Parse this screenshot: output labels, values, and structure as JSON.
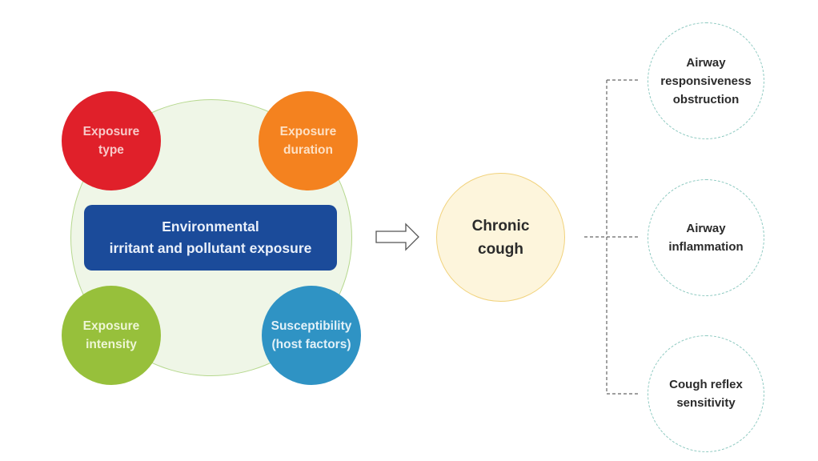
{
  "diagram": {
    "exposure_factors": [
      {
        "label_line1": "Exposure",
        "label_line2": "type",
        "color": "#e0202a"
      },
      {
        "label_line1": "Exposure",
        "label_line2": "duration",
        "color": "#f4821f"
      },
      {
        "label_line1": "Exposure",
        "label_line2": "intensity",
        "color": "#97c03b"
      },
      {
        "label_line1": "Susceptibility",
        "label_line2": "(host factors)",
        "color": "#2f93c4"
      }
    ],
    "central_box": {
      "line1": "Environmental",
      "line2": "irritant and pollutant exposure",
      "color": "#1b4b9a"
    },
    "arrow_icon": "hollow-right-arrow",
    "result": {
      "line1": "Chronic",
      "line2": "cough"
    },
    "mechanisms": [
      {
        "line1": "Airway",
        "line2": "responsiveness",
        "line3": "obstruction"
      },
      {
        "line1": "Airway",
        "line2": "inflammation"
      },
      {
        "line1": "Cough reflex",
        "line2": "sensitivity"
      }
    ]
  }
}
